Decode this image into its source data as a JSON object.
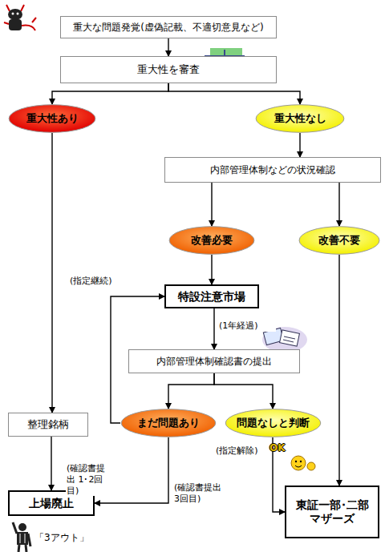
{
  "diagram": {
    "nodes": [
      {
        "text": [
          "重大な問題発覚(虚偽記載、不適切意見など)"
        ]
      },
      {
        "text": [
          "重大性を審査"
        ]
      },
      {
        "text": [
          "重大性あり"
        ]
      },
      {
        "text": [
          "重大性なし"
        ]
      },
      {
        "text": [
          "内部管理体制などの状況確認"
        ]
      },
      {
        "text": [
          "改善必要"
        ]
      },
      {
        "text": [
          "改善不要"
        ]
      },
      {
        "text": [
          "特設注意市場"
        ]
      },
      {
        "text": [
          "内部管理体制確認書の提出"
        ]
      },
      {
        "text": [
          "整理銘柄"
        ]
      },
      {
        "text": [
          "まだ問題あり"
        ]
      },
      {
        "text": [
          "問題なしと判断"
        ]
      },
      {
        "text": [
          "上場廃止"
        ]
      },
      {
        "text": [
          "東証一部･二部 マザーズ"
        ]
      }
    ],
    "edges": [
      {
        "from": 0,
        "to": 1,
        "arrow": "to"
      },
      {
        "from": 1,
        "to": 2,
        "arrow": "to"
      },
      {
        "from": 1,
        "to": 3,
        "arrow": "to"
      },
      {
        "from": 2,
        "to": 9,
        "arrow": "to"
      },
      {
        "from": 9,
        "to": 12,
        "arrow": "to"
      },
      {
        "from": 3,
        "to": 4,
        "arrow": "to"
      },
      {
        "from": 4,
        "to": 5,
        "arrow": "to"
      },
      {
        "from": 4,
        "to": 6,
        "arrow": "to"
      },
      {
        "from": 5,
        "to": 7,
        "arrow": "to"
      },
      {
        "from": 7,
        "to": 8,
        "label": "(1年経過)",
        "arrow": "to"
      },
      {
        "from": 8,
        "to": 10,
        "arrow": "to"
      },
      {
        "from": 8,
        "to": 11,
        "arrow": "to"
      },
      {
        "from": 10,
        "to": 7,
        "label": "(指定継続)",
        "arrow": "to"
      },
      {
        "from": 10,
        "to": 12,
        "label": "(確認書提出 3回目)",
        "arrow": "to"
      },
      {
        "from": 11,
        "to": 13,
        "label": "(指定解除)",
        "arrow": "to"
      },
      {
        "from": 6,
        "to": 13,
        "arrow": "to"
      }
    ],
    "labels": [
      "(確認書提出 1･2回目)",
      "OK",
      "「3アウト」"
    ]
  }
}
